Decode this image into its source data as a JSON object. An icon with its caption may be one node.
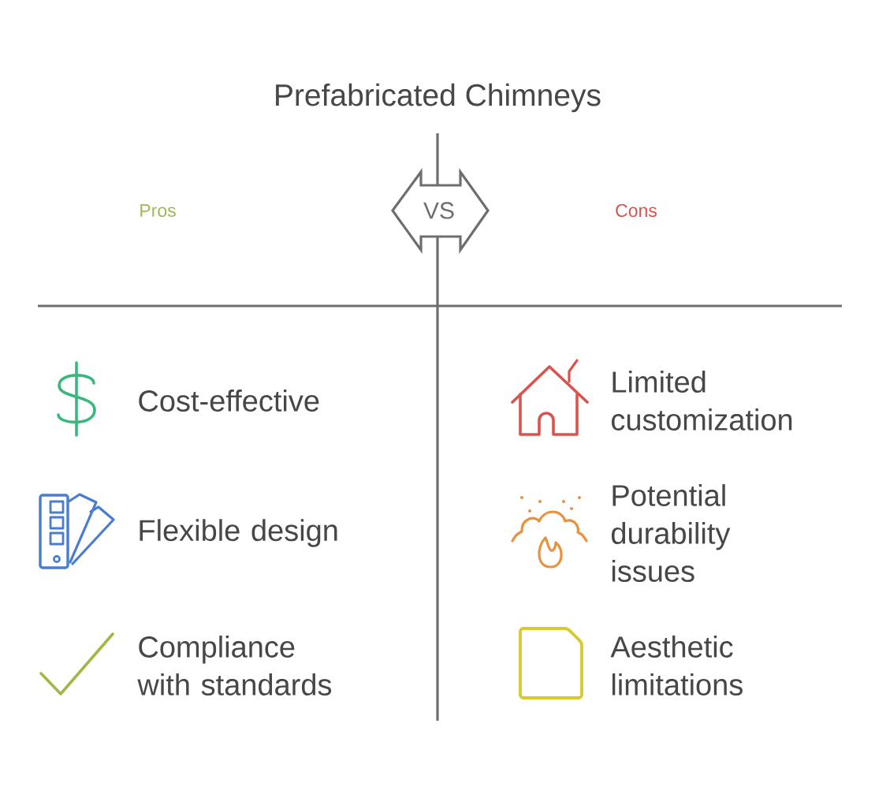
{
  "diagram": {
    "title": "Prefabricated Chimneys",
    "nodes": [
      {
        "text": [
          "VS"
        ]
      }
    ],
    "labels": [
      "Pros",
      "Cons",
      "Cost-effective",
      "Limited customization",
      "Flexible design",
      "Potential durability issues",
      "Compliance with standards",
      "Aesthetic limitations"
    ]
  }
}
